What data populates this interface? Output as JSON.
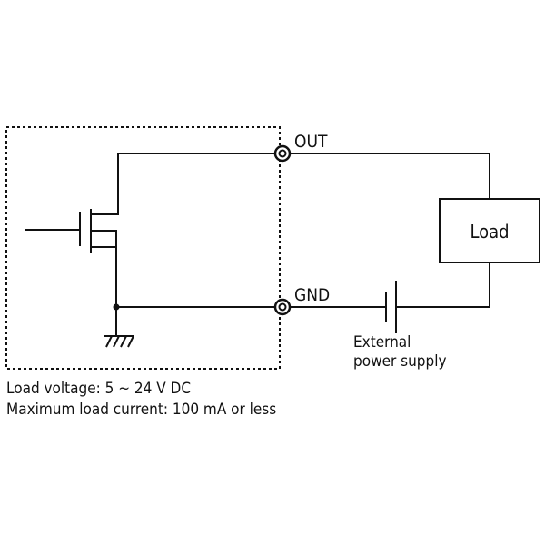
{
  "terminals": {
    "out_label": "OUT",
    "gnd_label": "GND"
  },
  "load": {
    "label": "Load"
  },
  "supply": {
    "line1": "External",
    "line2": "power supply"
  },
  "specs": {
    "voltage": "Load voltage: 5 ~ 24 V DC",
    "current": "Maximum load current: 100 mA or less"
  },
  "colors": {
    "line": "#111111",
    "background": "#ffffff"
  }
}
